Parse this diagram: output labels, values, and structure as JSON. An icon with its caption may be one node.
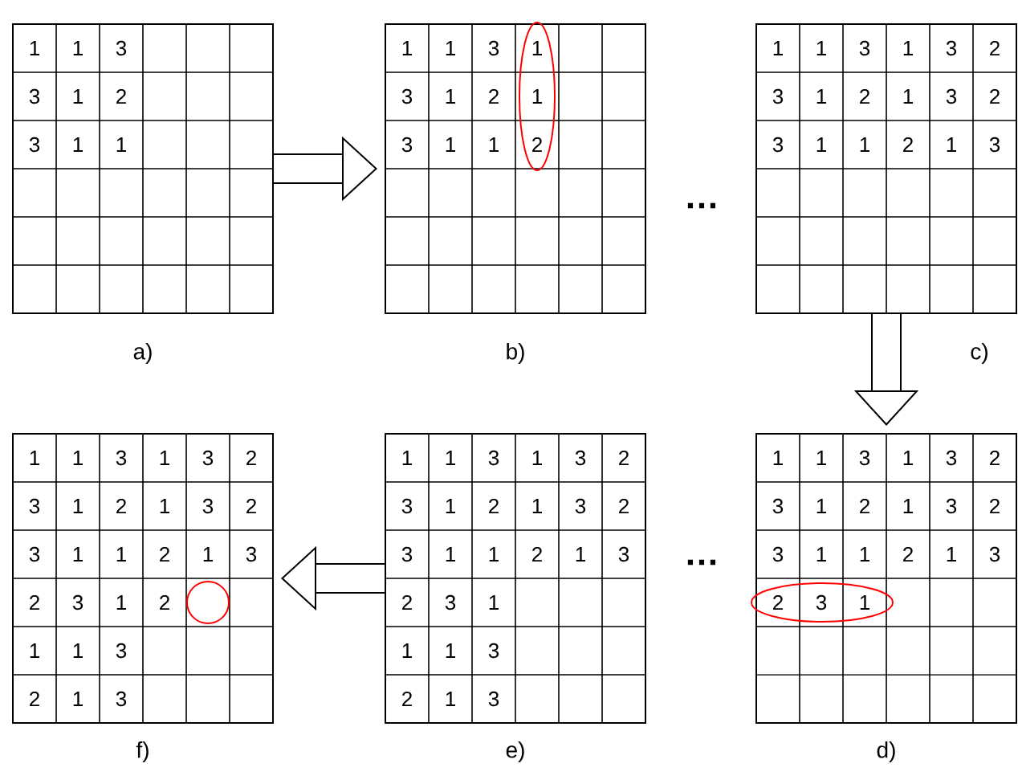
{
  "diagram": {
    "nodes": [
      {
        "text": [
          "1",
          "1",
          "3",
          "3",
          "1",
          "2",
          "3",
          "1",
          "1"
        ],
        "beside": [
          "a)"
        ]
      },
      {
        "text": [
          "1",
          "1",
          "3",
          "1",
          "3",
          "1",
          "2",
          "1",
          "3",
          "1",
          "1",
          "2"
        ],
        "beside": [
          "b)"
        ]
      },
      {
        "text": [
          "1",
          "1",
          "3",
          "1",
          "3",
          "2",
          "3",
          "1",
          "2",
          "1",
          "3",
          "2",
          "3",
          "1",
          "1",
          "2",
          "1",
          "3"
        ],
        "beside": [
          "c)"
        ]
      },
      {
        "text": [
          "1",
          "1",
          "3",
          "1",
          "3",
          "2",
          "3",
          "1",
          "2",
          "1",
          "3",
          "2",
          "3",
          "1",
          "1",
          "2",
          "1",
          "3",
          "2",
          "3",
          "1"
        ],
        "beside": [
          "d)"
        ]
      },
      {
        "text": [
          "1",
          "1",
          "3",
          "1",
          "3",
          "2",
          "3",
          "1",
          "2",
          "1",
          "3",
          "2",
          "3",
          "1",
          "1",
          "2",
          "1",
          "3",
          "2",
          "3",
          "1",
          "1",
          "1",
          "3",
          "2",
          "1",
          "3"
        ],
        "beside": [
          "e)"
        ]
      },
      {
        "text": [
          "1",
          "1",
          "3",
          "1",
          "3",
          "2",
          "3",
          "1",
          "2",
          "1",
          "3",
          "2",
          "3",
          "1",
          "1",
          "2",
          "1",
          "3",
          "2",
          "3",
          "1",
          "2",
          "1",
          "1",
          "3",
          "2",
          "1",
          "3"
        ],
        "beside": [
          "f)"
        ]
      }
    ],
    "edges": [
      {
        "from": 0,
        "to": 1,
        "arrow": "to"
      },
      {
        "from": 2,
        "to": 3,
        "arrow": "to"
      },
      {
        "from": 4,
        "to": 5,
        "arrow": "to"
      }
    ],
    "labels": [
      "…",
      "…"
    ]
  }
}
